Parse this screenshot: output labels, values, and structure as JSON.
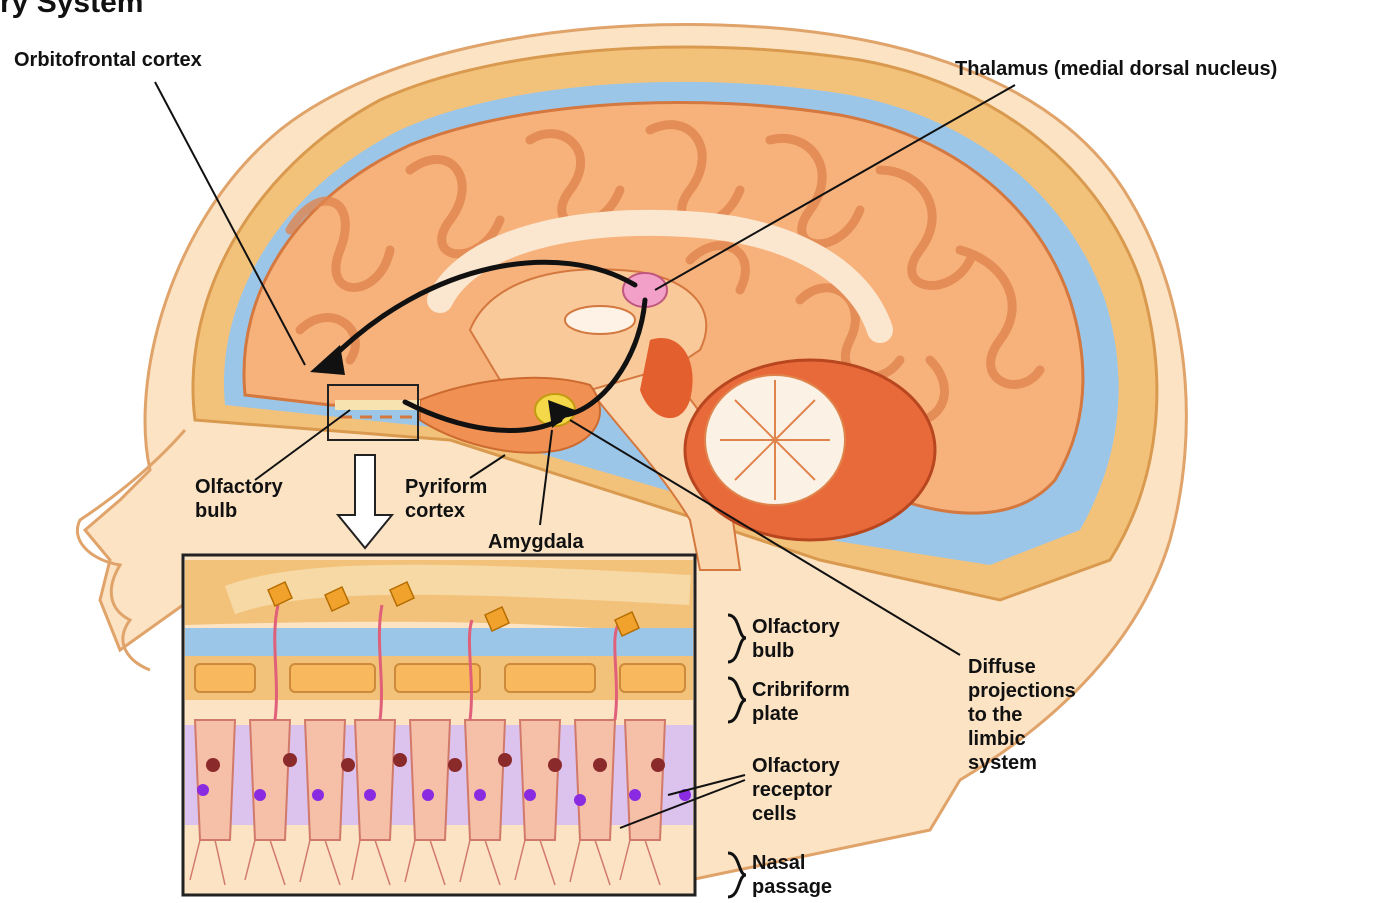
{
  "diagram": {
    "title": "ry System",
    "labels": {
      "orbitofrontal_cortex": "Orbitofrontal cortex",
      "thalamus": "Thalamus (medial dorsal nucleus)",
      "olfactory_bulb_top": "Olfactory\nbulb",
      "pyriform_cortex": "Pyriform\ncortex",
      "amygdala": "Amygdala",
      "diffuse_projections": "Diffuse\nprojections\nto the\nlimbic\nsystem",
      "inset_olfactory_bulb": "Olfactory\nbulb",
      "inset_cribriform_plate": "Cribriform\nplate",
      "inset_receptor_cells": "Olfactory\nreceptor\ncells",
      "inset_nasal_passage": "Nasal\npassage"
    },
    "colors": {
      "skin": "#fbe3c4",
      "skull": "#f3c27a",
      "csf": "#9cc6e8",
      "brain": "#f7b27c",
      "brain_fold": "#e0844e",
      "brainstem": "#fbd7b0",
      "thalamus": "#f2a0c8",
      "amygdala": "#f5d84a",
      "receptor_layer": "#dcc3ee",
      "axon": "#e0607a",
      "arrow": "#111111"
    }
  }
}
